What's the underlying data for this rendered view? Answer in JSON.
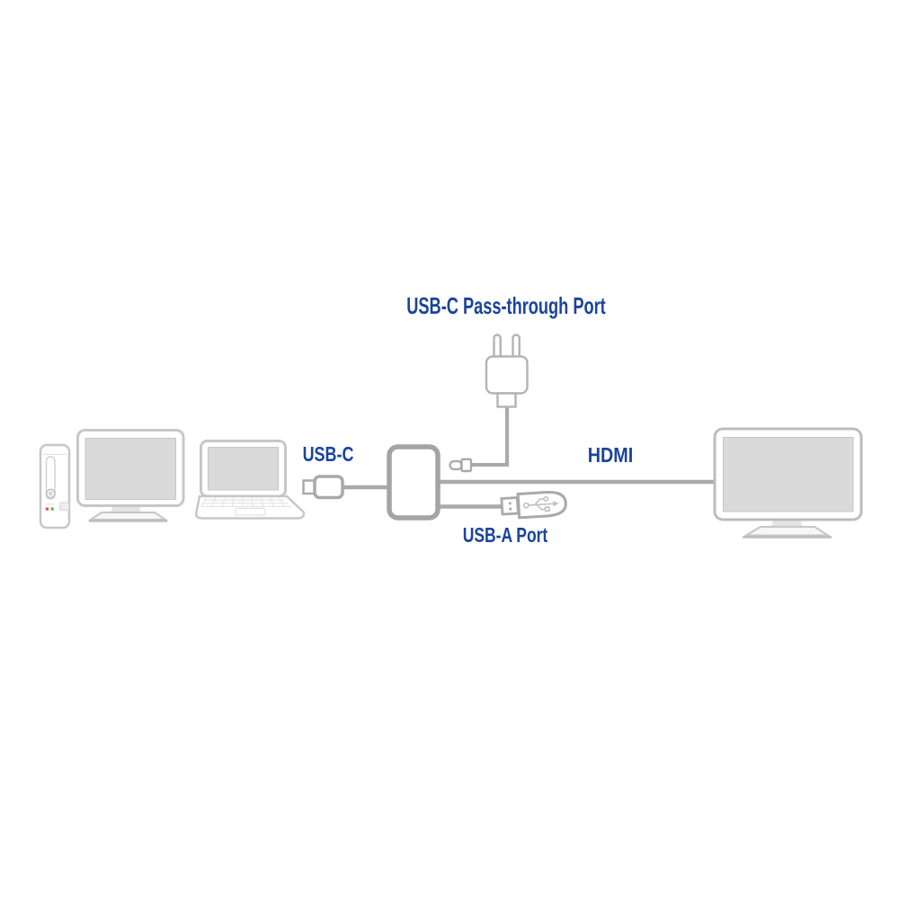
{
  "page": {
    "type": "product-connection-diagram",
    "background": "#ffffff"
  },
  "diagram": {
    "labels": {
      "passthrough_port": "USB-C Pass-through Port",
      "usb_c": "USB-C",
      "hdmi": "HDMI",
      "usb_a_port": "USB-A Port"
    },
    "label_color": "#1a449b",
    "colors": {
      "device_outline": "#c7c7c7",
      "screen_fill": "#dadada",
      "hub_outline": "#a4a4a4",
      "cable": "#a9a9a9",
      "adapter_outline": "#b3b3b3",
      "led_red": "#dd5348",
      "led_green": "#6cb053"
    },
    "icons": [
      "pc-tower-icon",
      "desktop-monitor-icon",
      "laptop-icon",
      "usb-c-connector-icon",
      "usb-c-hub-icon",
      "power-adapter-icon",
      "usb-c-passthrough-connector-icon",
      "usb-a-connector-icon",
      "external-monitor-icon"
    ],
    "connections": [
      {
        "label": "USB-C",
        "from": "computer",
        "to": "hub"
      },
      {
        "label": "USB-C Pass-through Port",
        "from": "power-adapter",
        "to": "hub"
      },
      {
        "label": "HDMI",
        "from": "hub",
        "to": "external-monitor"
      },
      {
        "label": "USB-A Port",
        "from": "hub",
        "to": "usb-a-connector"
      }
    ]
  }
}
